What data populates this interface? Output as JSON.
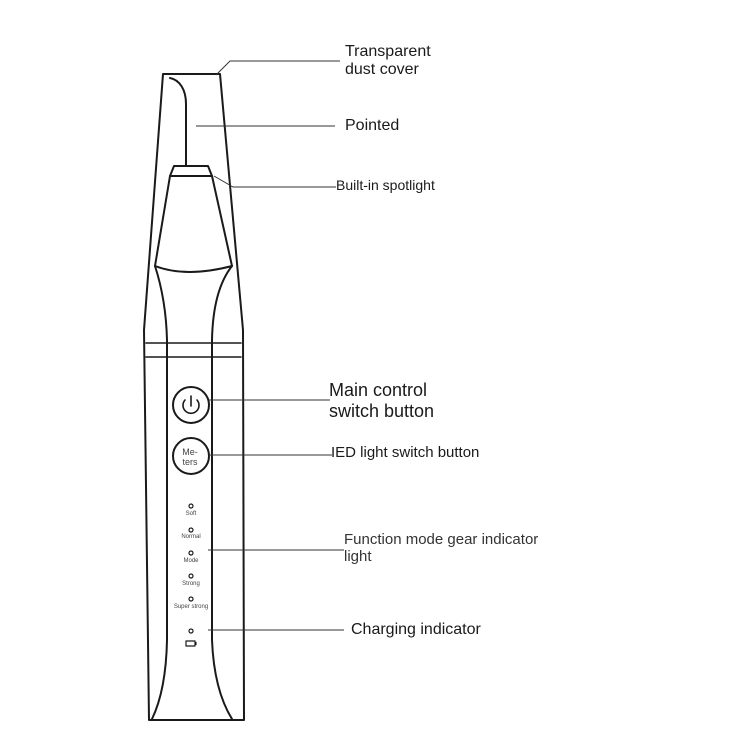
{
  "callouts": {
    "dust_cover": {
      "line1": "Transparent",
      "line2": "dust cover"
    },
    "pointed": "Pointed",
    "spotlight": "Built-in spotlight",
    "main_switch": {
      "line1": "Main control",
      "line2": "switch button"
    },
    "led_switch": "IED light switch button",
    "function_mode": {
      "line1": "Function mode gear indicator",
      "line2": "light"
    },
    "charging": "Charging indicator"
  },
  "device": {
    "led_button_label": {
      "line1": "Me-",
      "line2": "ters"
    },
    "mode_levels": [
      "Soft",
      "Normal",
      "Mode",
      "Strong",
      "Super strong"
    ]
  },
  "colors": {
    "outline": "#1a1a1a",
    "leader": "#333333",
    "background": "#ffffff"
  },
  "icons": {
    "power": "power-icon",
    "battery": "battery-icon"
  }
}
